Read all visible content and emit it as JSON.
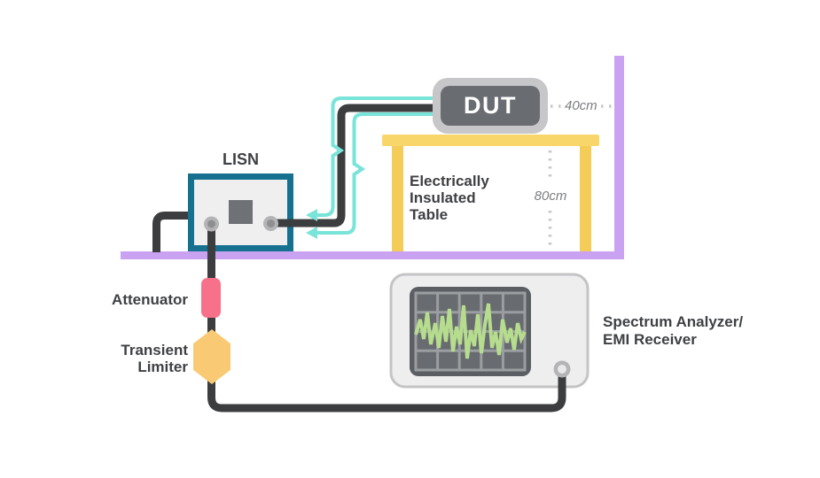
{
  "labels": {
    "lisn": "LISN",
    "dut": "DUT",
    "attenuator": "Attenuator",
    "transient_limiter": [
      "Transient",
      "Limiter"
    ],
    "insulated_table": [
      "Electrically",
      "Insulated",
      "Table"
    ],
    "spectrum_analyzer": [
      "Spectrum Analyzer/",
      "EMI Receiver"
    ],
    "dim_dut_to_wall": "40cm",
    "dim_table_height": "80cm"
  },
  "colors": {
    "wall_floor": "#c9a2f2",
    "table": "#f9d669",
    "table_legs": "#f3cd58",
    "lisn_border": "#16708f",
    "lisn_fill": "#efeff0",
    "lisn_panel_square": "#6e7277",
    "connector_ring": "#b4b4b6",
    "connector_center": "#8d8f91",
    "dut_body": "#696d72",
    "dut_border": "#c7c7c9",
    "cable": "#3c3d3f",
    "noise_arrow": "#79e4d9",
    "attenuator": "#f8718a",
    "transient_limiter": "#f9ca73",
    "analyzer_body": "#eeeeef",
    "analyzer_border": "#c4c4c6",
    "screen_bezel": "#5b5f63",
    "screen_background": "#686b6f",
    "screen_grid": "#9b9ea1",
    "waveform": "#b6dc8e",
    "dimension_line": "#c8c8ca",
    "dimension_text": "#7b7d80",
    "label_text": "#3e4043"
  }
}
